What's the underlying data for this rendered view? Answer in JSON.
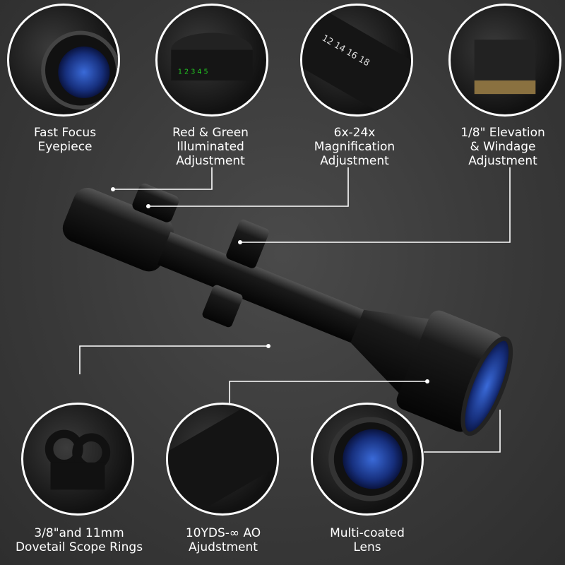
{
  "features": [
    {
      "id": "eyepiece",
      "lines": [
        "Fast Focus",
        "Eyepiece"
      ]
    },
    {
      "id": "illumination",
      "lines": [
        "Red & Green",
        "Illuminated",
        "Adjustment"
      ]
    },
    {
      "id": "magnification",
      "lines": [
        "6x-24x",
        "Magnification",
        "Adjustment"
      ]
    },
    {
      "id": "elevation",
      "lines": [
        "1/8\" Elevation",
        "& Windage",
        "Adjustment"
      ]
    },
    {
      "id": "rings",
      "lines": [
        "3/8\"and 11mm",
        "Dovetail Scope Rings"
      ]
    },
    {
      "id": "ao",
      "lines": [
        "10YDS-∞ AO",
        "Ajudstment"
      ]
    },
    {
      "id": "lens",
      "lines": [
        "Multi-coated",
        "Lens"
      ]
    }
  ],
  "colors": {
    "background": "#3a3a3a",
    "line": "#ffffff",
    "lens": "#1e3fa0"
  }
}
